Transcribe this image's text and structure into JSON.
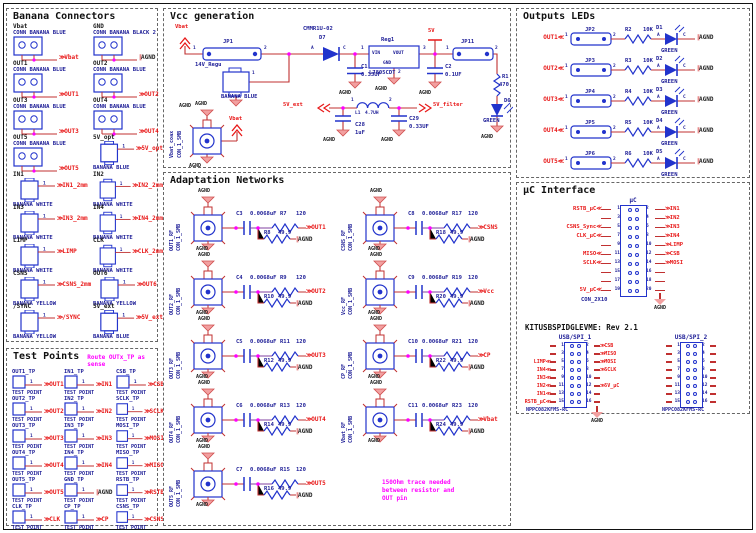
{
  "labels": {
    "agnd": "AGND",
    "test_point": "TEST POINT",
    "con_smb": "CON_1_SMB",
    "cap_val": "0.0068uF",
    "rs_val": "120",
    "rp_val": "49.9",
    "pin1": "1",
    "pin2": "2",
    "r10k": "10K",
    "green": "GREEN",
    "a": "A",
    "c": "C"
  },
  "sections": {
    "banana": "Banana Connectors",
    "tp": "Test Points",
    "vcc": "Vcc generation",
    "ad": "Adaptation Networks",
    "led": "Outputs LEDs",
    "uc": "µC Interface"
  },
  "notes": {
    "tp": "Route OUTx_TP as sense",
    "t1": "150Ohm trace needed",
    "t2": "between resistor and",
    "t3": "OUT pin"
  },
  "banana": {
    "cells": [
      {
        "name": "Vbat",
        "type": "CONN BANANA BLUE",
        "kind": "b2",
        "flag": "Vbat"
      },
      {
        "name": "GND",
        "type": "CONN BANANA BLACK 2",
        "kind": "b2",
        "flag": "AGND",
        "ft": "gnd"
      },
      {
        "name": "OUT1",
        "type": "CONN BANANA BLUE",
        "kind": "b2",
        "flag": "OUT1"
      },
      {
        "name": "OUT2",
        "type": "CONN BANANA BLUE",
        "kind": "b2",
        "flag": "OUT2"
      },
      {
        "name": "OUT3",
        "type": "CONN BANANA BLUE",
        "kind": "b2",
        "flag": "OUT3"
      },
      {
        "name": "OUT4",
        "type": "CONN BANANA BLUE",
        "kind": "b2",
        "flag": "OUT4"
      },
      {
        "name": "OUT5",
        "type": "CONN BANANA BLUE",
        "kind": "b2",
        "flag": "OUT5"
      },
      {
        "name": "5V_opt",
        "type": "BANANA BLUE",
        "kind": "b1",
        "flag": "5V_opt"
      },
      {
        "name": "IN1",
        "type": "BANANA WHITE",
        "kind": "b1",
        "flag": "IN1_2mm"
      },
      {
        "name": "IN2",
        "type": "BANANA WHITE",
        "kind": "b1",
        "flag": "IN2_2mm"
      },
      {
        "name": "IN3",
        "type": "BANANA WHITE",
        "kind": "b1",
        "flag": "IN3_2mm"
      },
      {
        "name": "IN4",
        "type": "BANANA WHITE",
        "kind": "b1",
        "flag": "IN4_2mm"
      },
      {
        "name": "LIMP",
        "type": "BANANA WHITE",
        "kind": "b1",
        "flag": "LIMP"
      },
      {
        "name": "CLK",
        "type": "BANANA WHITE",
        "kind": "b1",
        "flag": "CLK_2mm"
      },
      {
        "name": "CSNS",
        "type": "BANANA YELLOW",
        "kind": "b1",
        "flag": "CSNS_2mm"
      },
      {
        "name": "OUT6",
        "type": "BANANA YELLOW",
        "kind": "b1",
        "flag": "OUT6"
      },
      {
        "name": "/SYNC",
        "type": "BANANA YELLOW",
        "kind": "b1",
        "flag": "/SYNC"
      },
      {
        "name": "5V_ext",
        "type": "BANANA BLUE",
        "kind": "b1",
        "flag": "5V_ext"
      }
    ]
  },
  "tp": {
    "cells": [
      {
        "n": "OUT1_TP",
        "f": "OUT1"
      },
      {
        "n": "IN1_TP",
        "f": "IN1"
      },
      {
        "n": "CSB_TP",
        "f": "CSB"
      },
      {
        "n": "OUT2_TP",
        "f": "OUT2"
      },
      {
        "n": "IN2_TP",
        "f": "IN2"
      },
      {
        "n": "SCLK_TP",
        "f": "SCLK"
      },
      {
        "n": "OUT3_TP",
        "f": "OUT3"
      },
      {
        "n": "IN3_TP",
        "f": "IN3"
      },
      {
        "n": "MOSI_TP",
        "f": "MOSI"
      },
      {
        "n": "OUT4_TP",
        "f": "OUT4"
      },
      {
        "n": "IN4_TP",
        "f": "IN4"
      },
      {
        "n": "MISO_TP",
        "f": "MISO"
      },
      {
        "n": "OUT5_TP",
        "f": "OUT5"
      },
      {
        "n": "GND_TP",
        "f": "AGND",
        "ft": "gnd"
      },
      {
        "n": "RSTB_TP",
        "f": "RSTB"
      },
      {
        "n": "CLK_TP",
        "f": "CLK"
      },
      {
        "n": "CP_TP",
        "f": "CP"
      },
      {
        "n": "CSNS_TP",
        "f": "CSNS"
      }
    ]
  },
  "vcc": {
    "vbat": "Vbat",
    "jp1": "JP1",
    "d7p": "CMMR1U-02",
    "d7": "D7",
    "regu": "14V_Regu",
    "bblue": "BANANA BLUE",
    "c1": "C1",
    "c1v": "0.33UF",
    "reg1": "Reg1",
    "vin": "VIN",
    "vout": "VOUT",
    "gnd": "GND",
    "regp": "L7805CDT",
    "p2": "2",
    "p3": "3",
    "v5": "5V",
    "c2": "C2",
    "c2v": "0.1UF",
    "jp11": "JP11",
    "r1": "R1",
    "r1v": "470",
    "d6": "D6",
    "coax": "Vbat_coax",
    "vext": "5V_ext",
    "c28": "C28",
    "c28v": "1uF",
    "l1": "L1",
    "l1v": "4.7UH",
    "c29": "C29",
    "c29v": "0.33UF",
    "vfilt": "5V_filter"
  },
  "adaptation": {
    "left": [
      {
        "name": "OUT1_RF",
        "cap": "C3",
        "rs": "R7",
        "rp": "R8",
        "out": "OUT1"
      },
      {
        "name": "OUT2_RF",
        "cap": "C4",
        "rs": "R9",
        "rp": "R10",
        "out": "OUT2"
      },
      {
        "name": "OUT3_RF",
        "cap": "C5",
        "rs": "R11",
        "rp": "R12",
        "out": "OUT3"
      },
      {
        "name": "OUT4_RF",
        "cap": "C6",
        "rs": "R13",
        "rp": "R14",
        "out": "OUT4"
      },
      {
        "name": "OUT5_RF",
        "cap": "C7",
        "rs": "R15",
        "rp": "R16",
        "out": "OUT5"
      }
    ],
    "right": [
      {
        "name": "CSNS_RF",
        "cap": "C8",
        "rs": "R17",
        "rp": "R18",
        "out": "CSNS"
      },
      {
        "name": "Vcc_RF",
        "cap": "C9",
        "rs": "R19",
        "rp": "R20",
        "out": "Vcc"
      },
      {
        "name": "CP_RF",
        "cap": "C10",
        "rs": "R21",
        "rp": "R22",
        "out": "CP"
      },
      {
        "name": "Vbat_RF",
        "cap": "C11",
        "rs": "R23",
        "rp": "R24",
        "out": "Vbat"
      }
    ]
  },
  "leds": {
    "rows": [
      {
        "out": "OUT1",
        "jp": "JP2",
        "r": "R2",
        "d": "D1"
      },
      {
        "out": "OUT2",
        "jp": "JP3",
        "r": "R3",
        "d": "D2"
      },
      {
        "out": "OUT3",
        "jp": "JP4",
        "r": "R4",
        "d": "D3"
      },
      {
        "out": "OUT4",
        "jp": "JP5",
        "r": "R5",
        "d": "D4"
      },
      {
        "out": "OUT5",
        "jp": "JP6",
        "r": "R6",
        "d": "D5"
      }
    ]
  },
  "uc": {
    "name": "µC",
    "conn": "CON_2X10",
    "rows": [
      {
        "ln": "1",
        "rn": "2",
        "lf": "RSTB_µC",
        "rf": "IN1"
      },
      {
        "ln": "3",
        "rn": "4",
        "rf": "IN2"
      },
      {
        "ln": "5",
        "rn": "6",
        "lf": "CSNS_Sync",
        "rf": "IN3"
      },
      {
        "ln": "7",
        "rn": "8",
        "lf": "CLK_µC",
        "rf": "IN4"
      },
      {
        "ln": "9",
        "rn": "10",
        "rf": "LIMP"
      },
      {
        "ln": "11",
        "rn": "12",
        "lf": "MISO",
        "rf": "CSB"
      },
      {
        "ln": "13",
        "rn": "14",
        "lf": "SCLK",
        "rf": "MOSI"
      },
      {
        "ln": "15",
        "rn": "16"
      },
      {
        "ln": "17",
        "rn": "18"
      },
      {
        "ln": "19",
        "rn": "20",
        "lf": "5V_µC"
      }
    ]
  },
  "kit": {
    "title": "KITUSBSPIDGLEVME: Rev 2.1",
    "h1": {
      "name": "USB/SPI_1",
      "part": "NPPC082KFMS-RC",
      "rows": [
        {
          "ln": "1",
          "rn": "2",
          "rf": "CSB"
        },
        {
          "ln": "3",
          "rn": "4",
          "rf": "MISO"
        },
        {
          "ln": "5",
          "rn": "6",
          "lf": "LIMP",
          "rf": "MOSI"
        },
        {
          "ln": "7",
          "rn": "8",
          "lf": "IN4",
          "rf": "SCLK"
        },
        {
          "ln": "9",
          "rn": "10",
          "lf": "IN3"
        },
        {
          "ln": "11",
          "rn": "12",
          "lf": "IN2",
          "rf": "5V_µC"
        },
        {
          "ln": "13",
          "rn": "14",
          "lf": "IN1"
        },
        {
          "ln": "15",
          "rn": "16",
          "lf": "RSTB_µC"
        }
      ]
    },
    "h2": {
      "name": "USB/SPI_2",
      "part": "NPPC082KFMS-RC",
      "rows": [
        {
          "ln": "1",
          "rn": "2"
        },
        {
          "ln": "3",
          "rn": "4"
        },
        {
          "ln": "5",
          "rn": "6"
        },
        {
          "ln": "7",
          "rn": "8"
        },
        {
          "ln": "9",
          "rn": "10"
        },
        {
          "ln": "11",
          "rn": "12"
        },
        {
          "ln": "13",
          "rn": "14"
        },
        {
          "ln": "15",
          "rn": "16"
        }
      ]
    }
  }
}
